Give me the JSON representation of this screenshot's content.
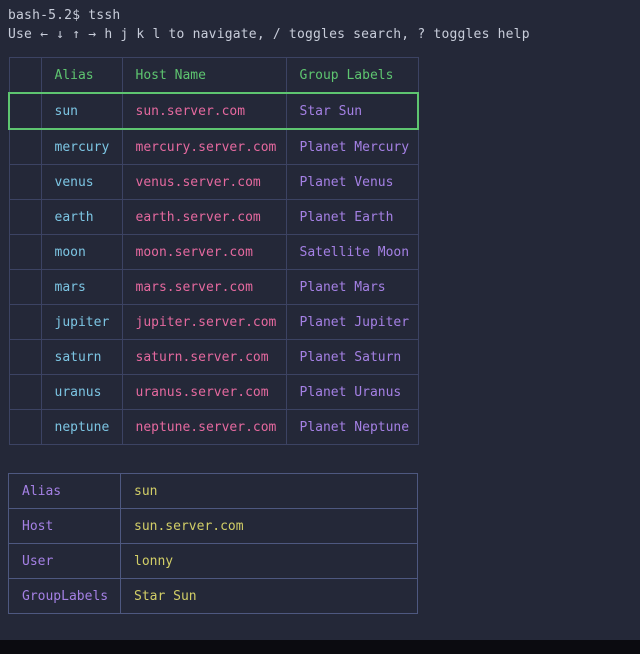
{
  "terminal": {
    "prompt_line": "bash-5.2$ tssh",
    "help_line": "Use ← ↓ ↑ → h j k l to navigate, / toggles search, ? toggles help"
  },
  "hosts_table": {
    "columns": [
      "",
      "Alias",
      "Host Name",
      "Group Labels"
    ],
    "selected_alias": "sun",
    "rows": [
      {
        "alias": "sun",
        "host": "sun.server.com",
        "group": "Star Sun"
      },
      {
        "alias": "mercury",
        "host": "mercury.server.com",
        "group": "Planet Mercury"
      },
      {
        "alias": "venus",
        "host": "venus.server.com",
        "group": "Planet Venus"
      },
      {
        "alias": "earth",
        "host": "earth.server.com",
        "group": "Planet Earth"
      },
      {
        "alias": "moon",
        "host": "moon.server.com",
        "group": "Satellite Moon"
      },
      {
        "alias": "mars",
        "host": "mars.server.com",
        "group": "Planet Mars"
      },
      {
        "alias": "jupiter",
        "host": "jupiter.server.com",
        "group": "Planet Jupiter"
      },
      {
        "alias": "saturn",
        "host": "saturn.server.com",
        "group": "Planet Saturn"
      },
      {
        "alias": "uranus",
        "host": "uranus.server.com",
        "group": "Planet Uranus"
      },
      {
        "alias": "neptune",
        "host": "neptune.server.com",
        "group": "Planet Neptune"
      }
    ]
  },
  "details_panel": {
    "rows": [
      {
        "label": "Alias",
        "value": "sun"
      },
      {
        "label": "Host",
        "value": "sun.server.com"
      },
      {
        "label": "User",
        "value": "lonny"
      },
      {
        "label": "GroupLabels",
        "value": "Star Sun"
      }
    ]
  },
  "colors": {
    "background": "#242838",
    "footer_bar": "#0b0b10",
    "table_border": "#3c4363",
    "details_border": "#4e5880",
    "header_green": "#5ec570",
    "selection_green": "#5ec570",
    "alias_cyan": "#7cc5e3",
    "host_pink": "#e5699f",
    "group_purple": "#a480e4",
    "detail_label_purple": "#a480e4",
    "detail_value_yellow": "#d2ce67",
    "text": "#c8cdda"
  }
}
